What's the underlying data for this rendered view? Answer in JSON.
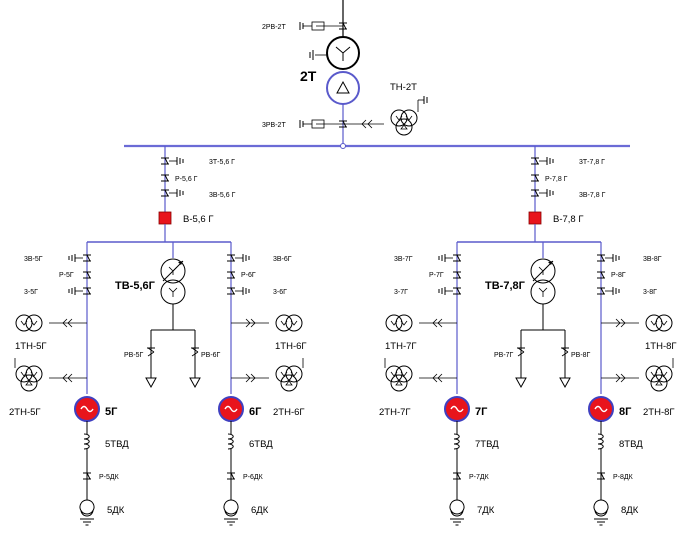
{
  "colors": {
    "bus": "#6b6bd6",
    "line": "#5a5acb",
    "breaker": "#e8141c",
    "generator": "#e8141c",
    "black": "#000000"
  },
  "top": {
    "rv_upper": "2РВ-2Т",
    "transformer": "2Т",
    "rv_lower": "3РВ-2Т",
    "tn": "ТН-2Т"
  },
  "left": {
    "zt": "3Т-5,6 Г",
    "r": "Р-5,6 Г",
    "zv": "3В-5,6 Г",
    "breaker": "В-5,6 Г",
    "tv": "ТВ-5,6Г",
    "rv_a": "РВ-5Г",
    "rv_b": "РВ-6Г",
    "g1": {
      "zv": "3В-5Г",
      "r": "Р-5Г",
      "z": "3-5Г",
      "tn1": "1ТН-5Г",
      "tn2": "2ТН-5Г",
      "gen": "5Г",
      "tvd": "5ТВД",
      "rdk": "Р-5ДК",
      "dk": "5ДК"
    },
    "g2": {
      "zv": "3В-6Г",
      "r": "Р-6Г",
      "z": "3-6Г",
      "tn1": "1ТН-6Г",
      "tn2": "2ТН-6Г",
      "gen": "6Г",
      "tvd": "6ТВД",
      "rdk": "Р-6ДК",
      "dk": "6ДК"
    }
  },
  "right": {
    "zt": "3Т-7,8 Г",
    "r": "Р-7,8 Г",
    "zv": "3В-7,8 Г",
    "breaker": "В-7,8 Г",
    "tv": "ТВ-7,8Г",
    "rv_a": "РВ-7Г",
    "rv_b": "РВ-8Г",
    "g1": {
      "zv": "3В-7Г",
      "r": "Р-7Г",
      "z": "3-7Г",
      "tn1": "1ТН-7Г",
      "tn2": "2ТН-7Г",
      "gen": "7Г",
      "tvd": "7ТВД",
      "rdk": "Р-7ДК",
      "dk": "7ДК"
    },
    "g2": {
      "zv": "3В-8Г",
      "r": "Р-8Г",
      "z": "3-8Г",
      "tn1": "1ТН-8Г",
      "tn2": "2ТН-8Г",
      "gen": "8Г",
      "tvd": "8ТВД",
      "rdk": "Р-8ДК",
      "dk": "8ДК"
    }
  }
}
